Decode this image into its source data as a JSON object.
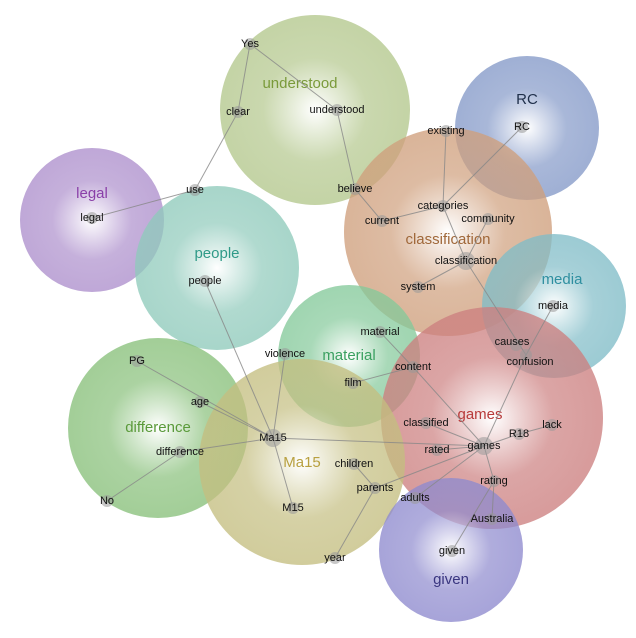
{
  "themes": [
    {
      "name": "understood",
      "color": "#b3c78c",
      "label_color": "#7a9a3a"
    },
    {
      "name": "RC",
      "color": "#8499c8",
      "label_color": "#1f2f4a"
    },
    {
      "name": "legal",
      "color": "#ad8fcc",
      "label_color": "#8a3fa8"
    },
    {
      "name": "people",
      "color": "#8fcabb",
      "label_color": "#2f9a88"
    },
    {
      "name": "classification",
      "color": "#cf9f7c",
      "label_color": "#a0683a"
    },
    {
      "name": "media",
      "color": "#80bcc7",
      "label_color": "#2f8fa0"
    },
    {
      "name": "material",
      "color": "#84c99a",
      "label_color": "#3aa060"
    },
    {
      "name": "games",
      "color": "#cc7f7f",
      "label_color": "#b83a3a"
    },
    {
      "name": "difference",
      "color": "#88c07a",
      "label_color": "#5a9a3a"
    },
    {
      "name": "Ma15",
      "color": "#c4be80",
      "label_color": "#b8a040"
    },
    {
      "name": "given",
      "color": "#8e8ace",
      "label_color": "#3a3680"
    }
  ],
  "concepts": [
    "Yes",
    "clear",
    "understood",
    "use",
    "legal",
    "people",
    "believe",
    "existing",
    "RC",
    "categories",
    "current",
    "community",
    "classification",
    "system",
    "media",
    "causes",
    "confusion",
    "material",
    "content",
    "film",
    "violence",
    "PG",
    "age",
    "difference",
    "No",
    "Ma15",
    "M15",
    "children",
    "parents",
    "adults",
    "year",
    "classified",
    "rated",
    "games",
    "R18",
    "lack",
    "rating",
    "Australia",
    "given"
  ],
  "edges": [
    [
      "Yes",
      "clear"
    ],
    [
      "Yes",
      "understood"
    ],
    [
      "understood",
      "believe"
    ],
    [
      "believe",
      "current"
    ],
    [
      "clear",
      "use"
    ],
    [
      "use",
      "legal"
    ],
    [
      "current",
      "categories"
    ],
    [
      "categories",
      "existing"
    ],
    [
      "categories",
      "RC"
    ],
    [
      "categories",
      "classification"
    ],
    [
      "community",
      "classification"
    ],
    [
      "classification",
      "system"
    ],
    [
      "classification",
      "confusion"
    ],
    [
      "media",
      "confusion"
    ],
    [
      "confusion",
      "games"
    ],
    [
      "material",
      "content"
    ],
    [
      "content",
      "film"
    ],
    [
      "content",
      "games"
    ],
    [
      "people",
      "Ma15"
    ],
    [
      "violence",
      "Ma15"
    ],
    [
      "PG",
      "Ma15"
    ],
    [
      "age",
      "Ma15"
    ],
    [
      "difference",
      "Ma15"
    ],
    [
      "difference",
      "No"
    ],
    [
      "Ma15",
      "M15"
    ],
    [
      "Ma15",
      "games"
    ],
    [
      "classified",
      "games"
    ],
    [
      "rated",
      "games"
    ],
    [
      "R18",
      "games"
    ],
    [
      "R18",
      "lack"
    ],
    [
      "games",
      "rating"
    ],
    [
      "rating",
      "Australia"
    ],
    [
      "rating",
      "given"
    ],
    [
      "games",
      "parents"
    ],
    [
      "children",
      "parents"
    ],
    [
      "parents",
      "year"
    ],
    [
      "games",
      "adults"
    ]
  ]
}
